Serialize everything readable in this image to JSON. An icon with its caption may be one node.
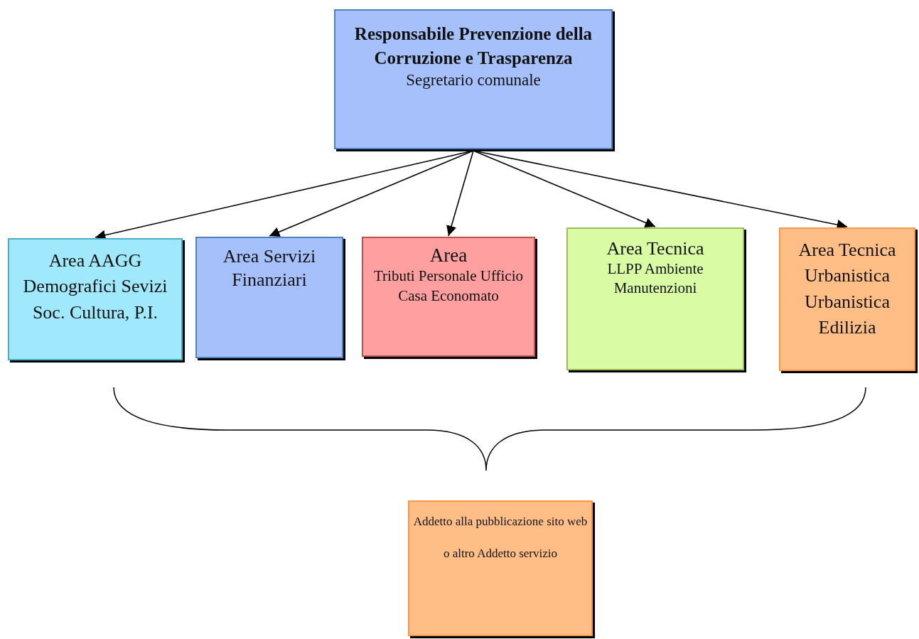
{
  "diagram": {
    "nodes": [
      {
        "text": [
          "Responsabile Prevenzione della Corruzione e Trasparenza",
          "Segretario comunale"
        ]
      },
      {
        "text": [
          "Area AAGG Demografici Sevizi Soc. Cultura, P.I."
        ]
      },
      {
        "text": [
          "Area Servizi Finanziari"
        ]
      },
      {
        "text": [
          "Area",
          "Tributi Personale Ufficio Casa Economato"
        ]
      },
      {
        "text": [
          "Area Tecnica",
          "LLPP Ambiente Manutenzioni"
        ]
      },
      {
        "text": [
          "Area Tecnica Urbanistica Urbanistica Edilizia"
        ]
      },
      {
        "text": [
          "Addetto alla pubblicazione sito web",
          "o altro Addetto servizio"
        ]
      }
    ],
    "edges": [
      {
        "from": 0,
        "to": 1,
        "arrow": "to"
      },
      {
        "from": 0,
        "to": 2,
        "arrow": "to"
      },
      {
        "from": 0,
        "to": 3,
        "arrow": "to"
      },
      {
        "from": 0,
        "to": 4,
        "arrow": "to"
      },
      {
        "from": 0,
        "to": 5,
        "arrow": "to"
      }
    ]
  }
}
